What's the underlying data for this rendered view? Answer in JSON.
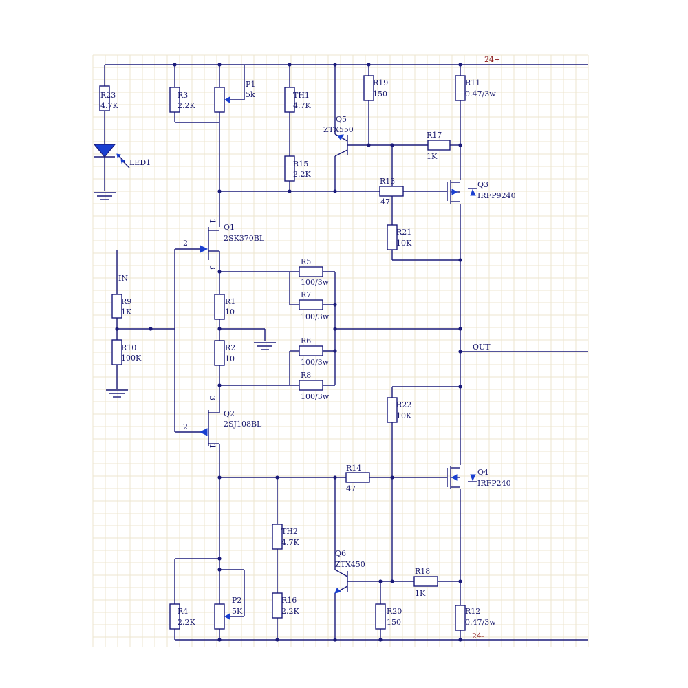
{
  "rails": {
    "positive": "24+",
    "negative": "24-",
    "output": "OUT",
    "input": "IN"
  },
  "components": {
    "R23": {
      "ref": "R23",
      "value": "4.7K"
    },
    "LED1": {
      "ref": "LED1"
    },
    "R3": {
      "ref": "R3",
      "value": "2.2K"
    },
    "P1": {
      "ref": "P1",
      "value": "5k"
    },
    "TH1": {
      "ref": "TH1",
      "value": "4.7K"
    },
    "R15": {
      "ref": "R15",
      "value": "2.2K"
    },
    "Q5": {
      "ref": "Q5",
      "value": "ZTX550"
    },
    "R19": {
      "ref": "R19",
      "value": "150"
    },
    "R11": {
      "ref": "R11",
      "value": "0.47/3w"
    },
    "R17": {
      "ref": "R17",
      "value": "1K"
    },
    "R13": {
      "ref": "R13",
      "value": "47"
    },
    "Q3": {
      "ref": "Q3",
      "value": "IRFP9240"
    },
    "R21": {
      "ref": "R21",
      "value": "10K"
    },
    "Q1": {
      "ref": "Q1",
      "value": "2SK370BL"
    },
    "R9": {
      "ref": "R9",
      "value": "1K"
    },
    "R10": {
      "ref": "R10",
      "value": "100K"
    },
    "R1": {
      "ref": "R1",
      "value": "10"
    },
    "R2": {
      "ref": "R2",
      "value": "10"
    },
    "R5": {
      "ref": "R5",
      "value": "100/3w"
    },
    "R7": {
      "ref": "R7",
      "value": "100/3w"
    },
    "R6": {
      "ref": "R6",
      "value": "100/3w"
    },
    "R8": {
      "ref": "R8",
      "value": "100/3w"
    },
    "Q2": {
      "ref": "Q2",
      "value": "2SJ108BL"
    },
    "R22": {
      "ref": "R22",
      "value": "10K"
    },
    "R14": {
      "ref": "R14",
      "value": "47"
    },
    "Q4": {
      "ref": "Q4",
      "value": "IRFP240"
    },
    "TH2": {
      "ref": "TH2",
      "value": "4.7K"
    },
    "R16": {
      "ref": "R16",
      "value": "2.2K"
    },
    "Q6": {
      "ref": "Q6",
      "value": "ZTX450"
    },
    "R18": {
      "ref": "R18",
      "value": "1K"
    },
    "R4": {
      "ref": "R4",
      "value": "2.2K"
    },
    "P2": {
      "ref": "P2",
      "value": "5K"
    },
    "R20": {
      "ref": "R20",
      "value": "150"
    },
    "R12": {
      "ref": "R12",
      "value": "0.47/3w"
    }
  },
  "pins": {
    "gate": "2",
    "drain": "3",
    "source": "1"
  },
  "colors": {
    "wire": "#1a1a7a",
    "label": "#1a1a6e",
    "rail_label": "#8b1a1a",
    "arrow": "#1a3fd0",
    "grid": "#ece6cf"
  }
}
